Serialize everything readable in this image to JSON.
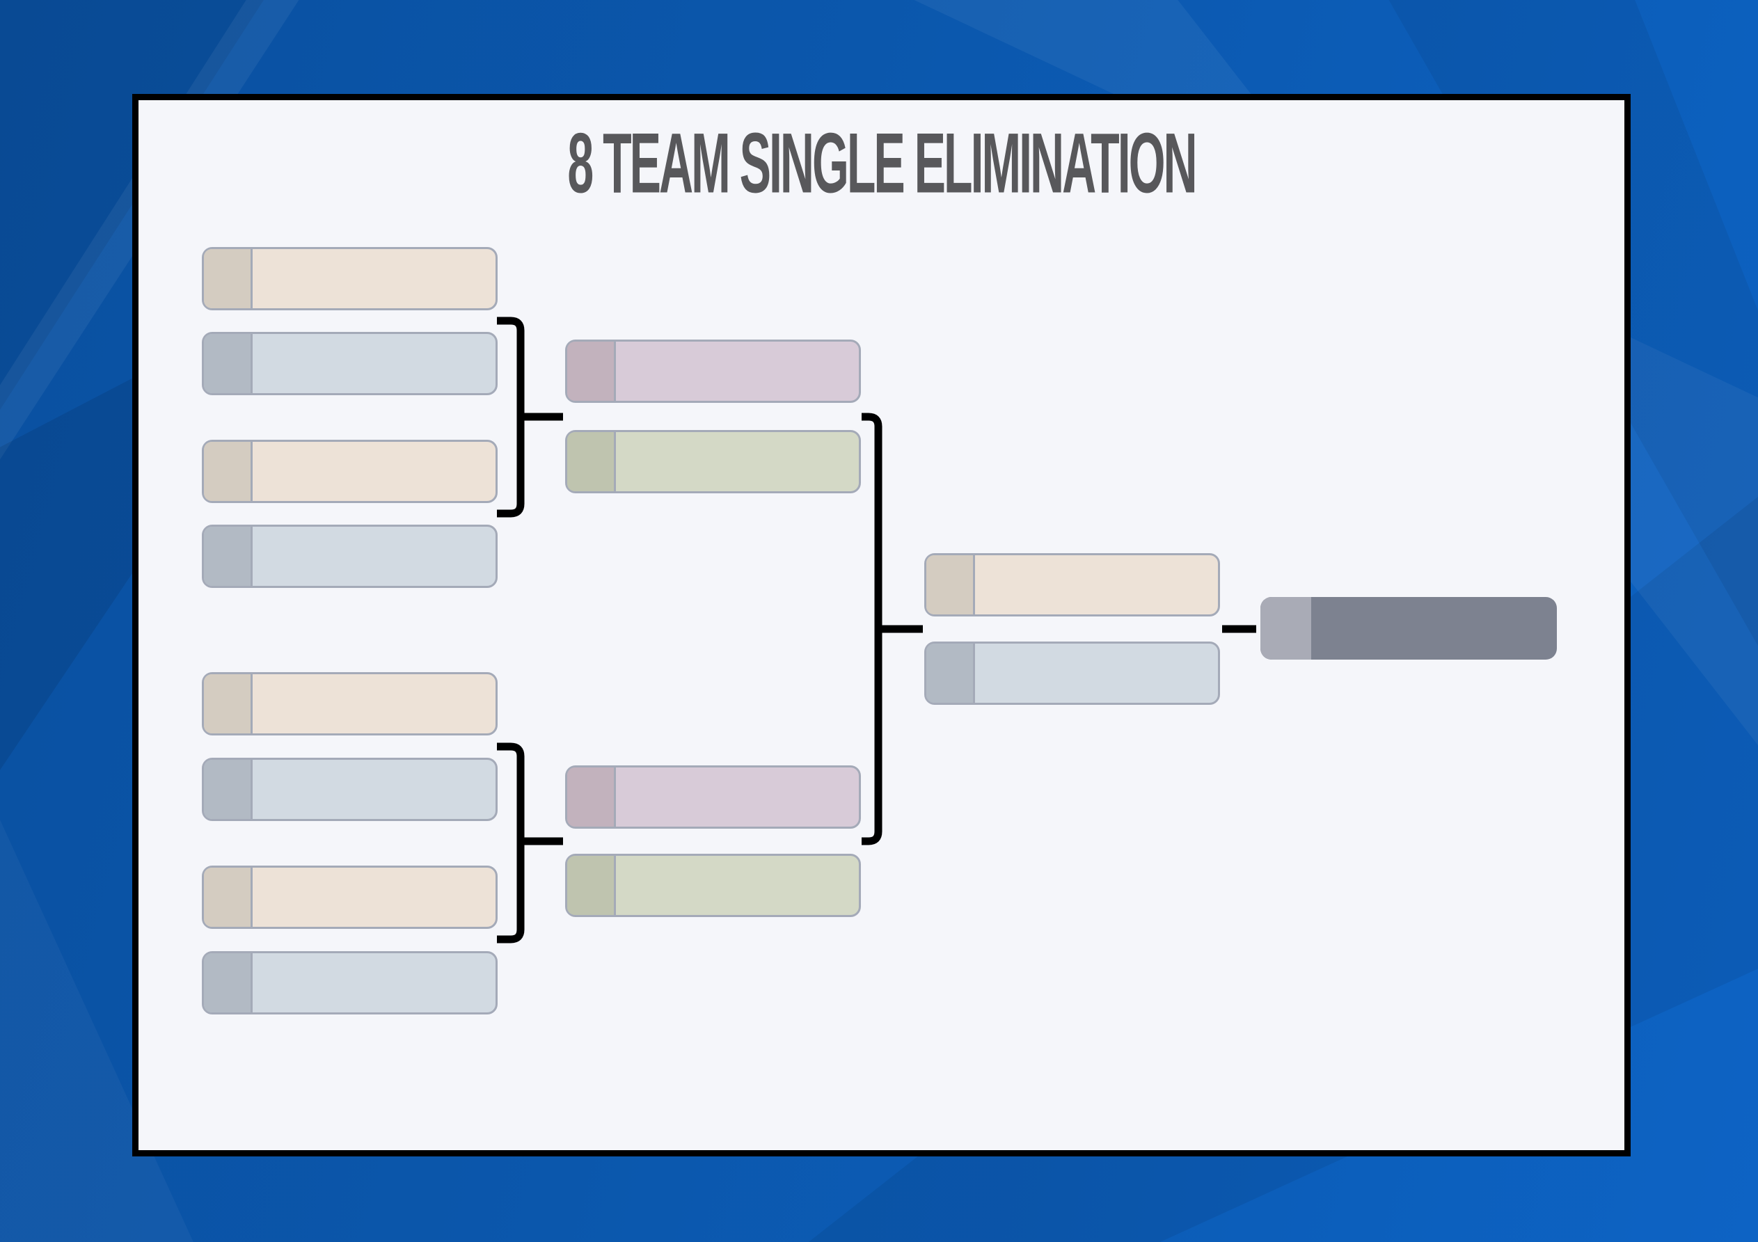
{
  "title": "8 TEAM SINGLE ELIMINATION",
  "colors": {
    "page_blue_base": "#0b57ac",
    "page_blue_light": "#0d63c4",
    "page_blue_dark": "#09498f",
    "panel_bg": "#f5f6fa",
    "panel_border": "#000000",
    "slot_border": "#a4aab8",
    "beige_tab": "#d4ccc1",
    "beige_body": "#ede2d7",
    "slate_tab": "#b2bac4",
    "slate_body": "#d2dae2",
    "mauve_tab": "#c2b2bd",
    "mauve_body": "#d8cbd8",
    "green_tab": "#bfc4af",
    "green_body": "#d4d9c6",
    "champion_tab": "#a9abb6",
    "champion_body": "#7d8290",
    "connector": "#000000",
    "title_text": "#58585b"
  },
  "bracket": {
    "rounds": [
      {
        "slots": [
          {
            "id": "r1-s1",
            "palette": "beige",
            "label": ""
          },
          {
            "id": "r1-s2",
            "palette": "slate",
            "label": ""
          },
          {
            "id": "r1-s3",
            "palette": "beige",
            "label": ""
          },
          {
            "id": "r1-s4",
            "palette": "slate",
            "label": ""
          },
          {
            "id": "r1-s5",
            "palette": "beige",
            "label": ""
          },
          {
            "id": "r1-s6",
            "palette": "slate",
            "label": ""
          },
          {
            "id": "r1-s7",
            "palette": "beige",
            "label": ""
          },
          {
            "id": "r1-s8",
            "palette": "slate",
            "label": ""
          }
        ]
      },
      {
        "slots": [
          {
            "id": "sf-s1",
            "palette": "mauve",
            "label": ""
          },
          {
            "id": "sf-s2",
            "palette": "green",
            "label": ""
          },
          {
            "id": "sf-s3",
            "palette": "mauve",
            "label": ""
          },
          {
            "id": "sf-s4",
            "palette": "green",
            "label": ""
          }
        ]
      },
      {
        "slots": [
          {
            "id": "f-s1",
            "palette": "beige",
            "label": ""
          },
          {
            "id": "f-s2",
            "palette": "slate",
            "label": ""
          }
        ]
      }
    ],
    "champion": {
      "id": "champion",
      "palette": "champion",
      "label": ""
    }
  }
}
